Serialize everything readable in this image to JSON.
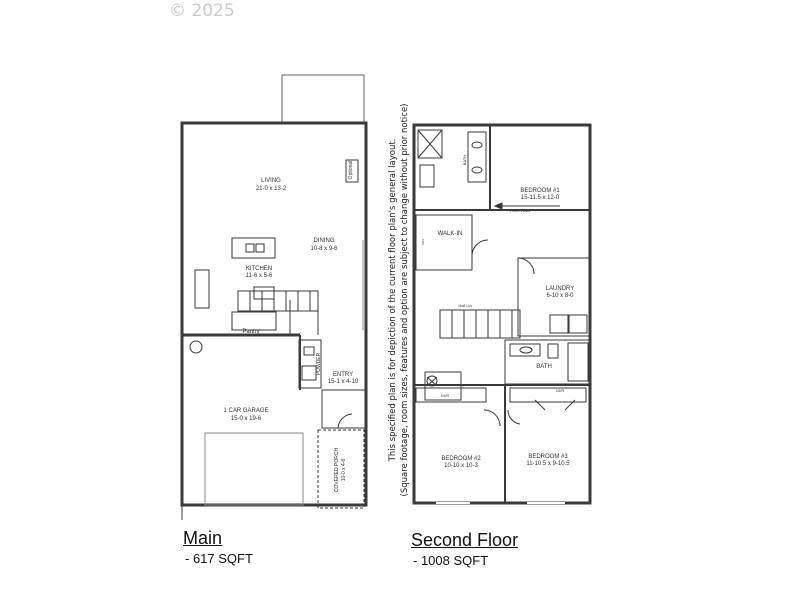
{
  "copyright": "© 2025",
  "disclaimer": {
    "line1": "This specified plan is for depiction of the current floor plan's general layout.",
    "line2": "(Square footage, room sizes, features and option are subject to change without prior notice)"
  },
  "main_floor": {
    "title": "Main",
    "sqft": "- 617 SQFT",
    "rooms": {
      "living_name": "LIVING",
      "living_size": "21-0 x 13-2",
      "dining_name": "DINING",
      "dining_size": "10-8 x 9-6",
      "kitchen_name": "KITCHEN",
      "kitchen_size": "11-6 x 5-6",
      "pantry_name": "Pantry",
      "powder_name": "POWDER",
      "entry_name": "ENTRY",
      "entry_size": "15-1 x 4-10",
      "garage_name": "1 CAR GARAGE",
      "garage_size": "15-0 x 19-6",
      "porch_name": "COVERED PORCH",
      "porch_size": "10-0 x 4-6",
      "fireplace_label": "Optional"
    }
  },
  "second_floor": {
    "title": "Second Floor",
    "sqft": "- 1008 SQFT",
    "rooms": {
      "bath_upper_name": "BATH",
      "bedroom1_name": "BEDROOM #1",
      "bedroom1_size": "15-11.5 x 12-0",
      "bedroom1_note": "Fixed Walls",
      "walkin_name": "WALK-IN",
      "walkin_size": "Lin",
      "laundry_name": "LAUNDRY",
      "laundry_size": "6-10 x 8-0",
      "hall_name": "Hall Lin",
      "bath_name": "BATH",
      "bedroom2_name": "BEDROOM #2",
      "bedroom2_size": "10-10 x 10-3",
      "bedroom3_name": "BEDROOM #3",
      "bedroom3_size": "11-10.5 x 9-10.5",
      "closet2_label": "10/R",
      "closet3_label": "10/R"
    }
  }
}
